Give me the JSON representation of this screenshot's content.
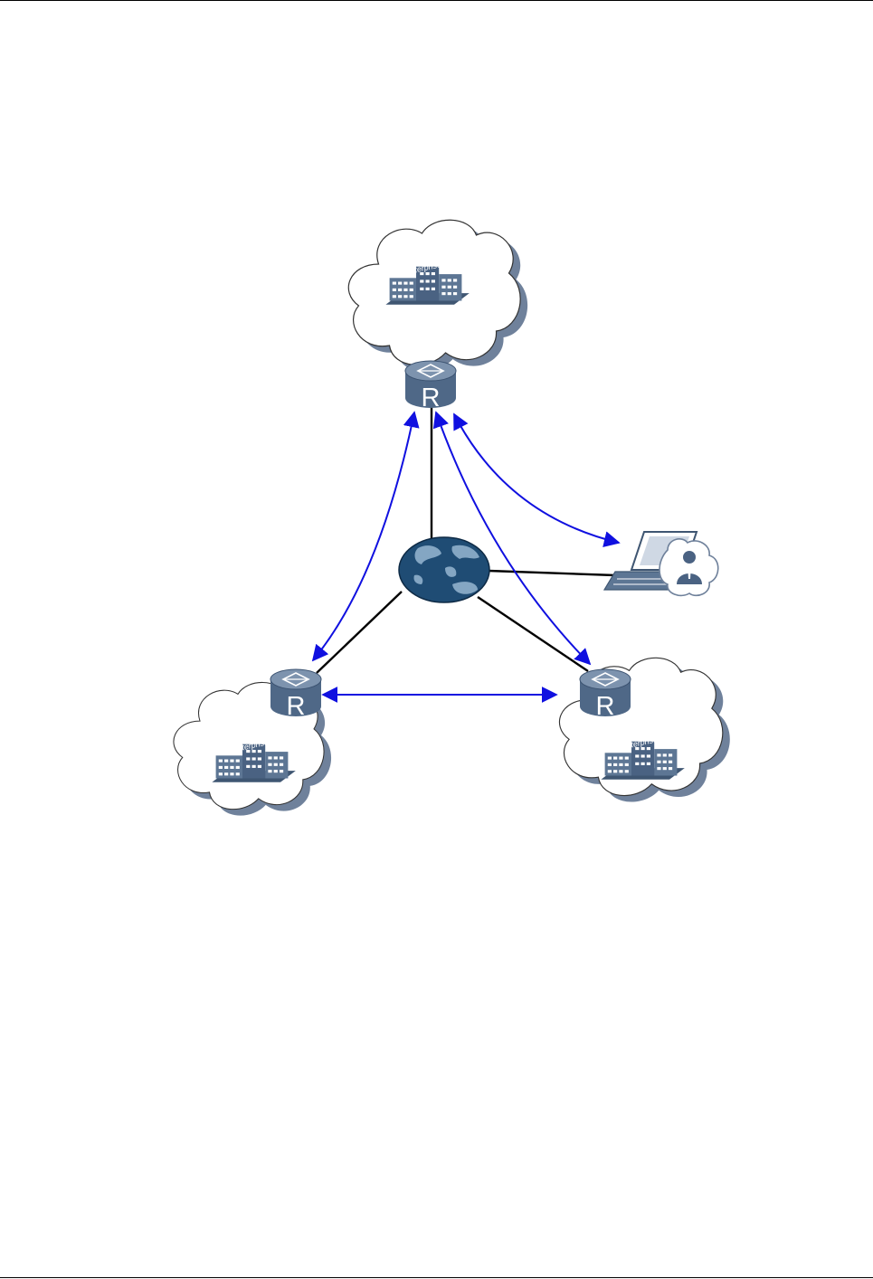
{
  "diagram": {
    "router_label": "R",
    "sites": [
      {
        "id": "top",
        "enterprise_label": "Enterprise"
      },
      {
        "id": "bottom-left",
        "enterprise_label": "Enterprise"
      },
      {
        "id": "bottom-right",
        "enterprise_label": "Enterprise"
      }
    ],
    "colors": {
      "device": "#5d7694",
      "device_dark": "#3f5672",
      "globe": "#1f4c74",
      "arrow": "#1010e0",
      "link": "#000000",
      "cloud_shadow": "#6f819b"
    },
    "icons": [
      "cloud-icon",
      "router-icon",
      "enterprise-building-icon",
      "globe-icon",
      "laptop-icon",
      "user-icon"
    ]
  }
}
